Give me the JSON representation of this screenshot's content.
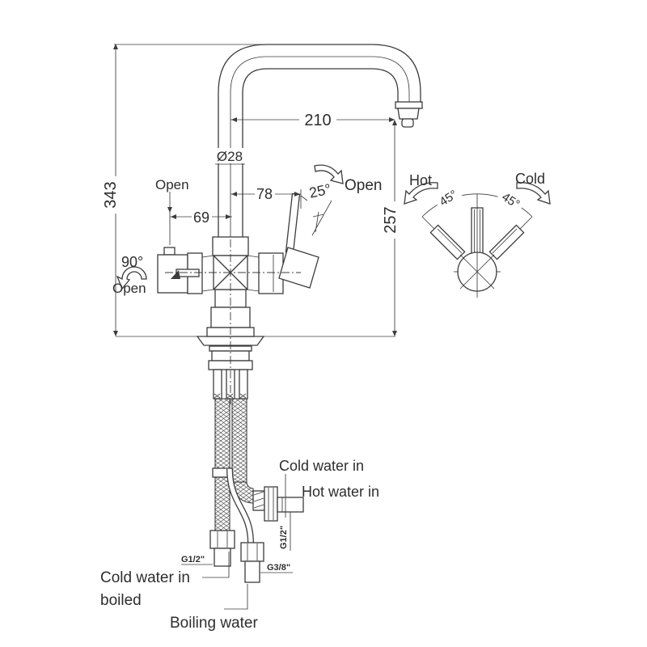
{
  "drawing": {
    "dimensions": {
      "spout_reach": "210",
      "spout_diameter": "Ø28",
      "overall_height": "343",
      "spout_height": "257",
      "lever_offset": "78",
      "knob_offset": "69",
      "knob_rotation": "90°",
      "lever_angle": "25°",
      "hot_rotation": "45°",
      "cold_rotation": "45°"
    },
    "labels": {
      "open_knob_top": "Open",
      "open_lever": "Open",
      "open_knob_side": "Open",
      "hot": "Hot",
      "cold": "Cold",
      "cold_water_in": "Cold water in",
      "hot_water_in": "Hot water in",
      "cold_water_in_boiled_line1": "Cold water in",
      "cold_water_in_boiled_line2": "boiled",
      "boiling_water": "Boiling water",
      "thread_cold_boiled": "G1/2\"",
      "thread_hot": "G1/2\"",
      "thread_boiling": "G3/8\""
    },
    "colors": {
      "line": "#3c3c3c",
      "background": "#ffffff"
    }
  }
}
